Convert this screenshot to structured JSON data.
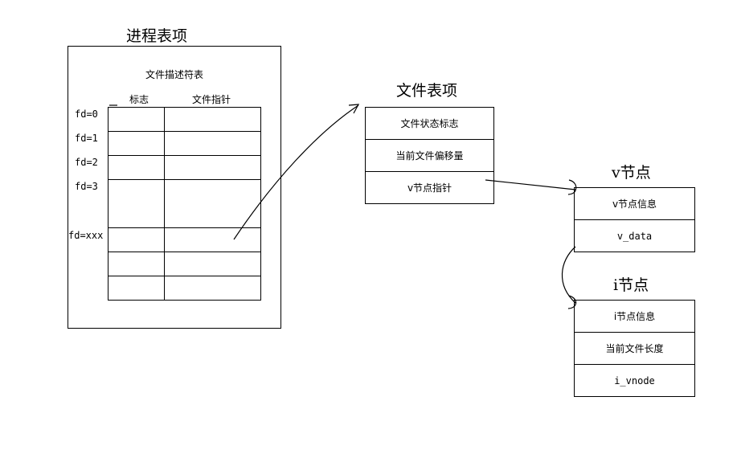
{
  "process_table": {
    "title": "进程表项",
    "caption": "文件描述符表",
    "col_flag": "标志",
    "col_pointer": "文件指针",
    "fd_labels": [
      "fd=0",
      "fd=1",
      "fd=2",
      "fd=3",
      "fd=xxx"
    ]
  },
  "file_table": {
    "title": "文件表项",
    "rows": [
      "文件状态标志",
      "当前文件偏移量",
      "v节点指针"
    ]
  },
  "vnode": {
    "title": "v节点",
    "rows": [
      "v节点信息",
      "v_data"
    ]
  },
  "inode": {
    "title": "i节点",
    "rows": [
      "i节点信息",
      "当前文件长度",
      "i_vnode"
    ]
  }
}
